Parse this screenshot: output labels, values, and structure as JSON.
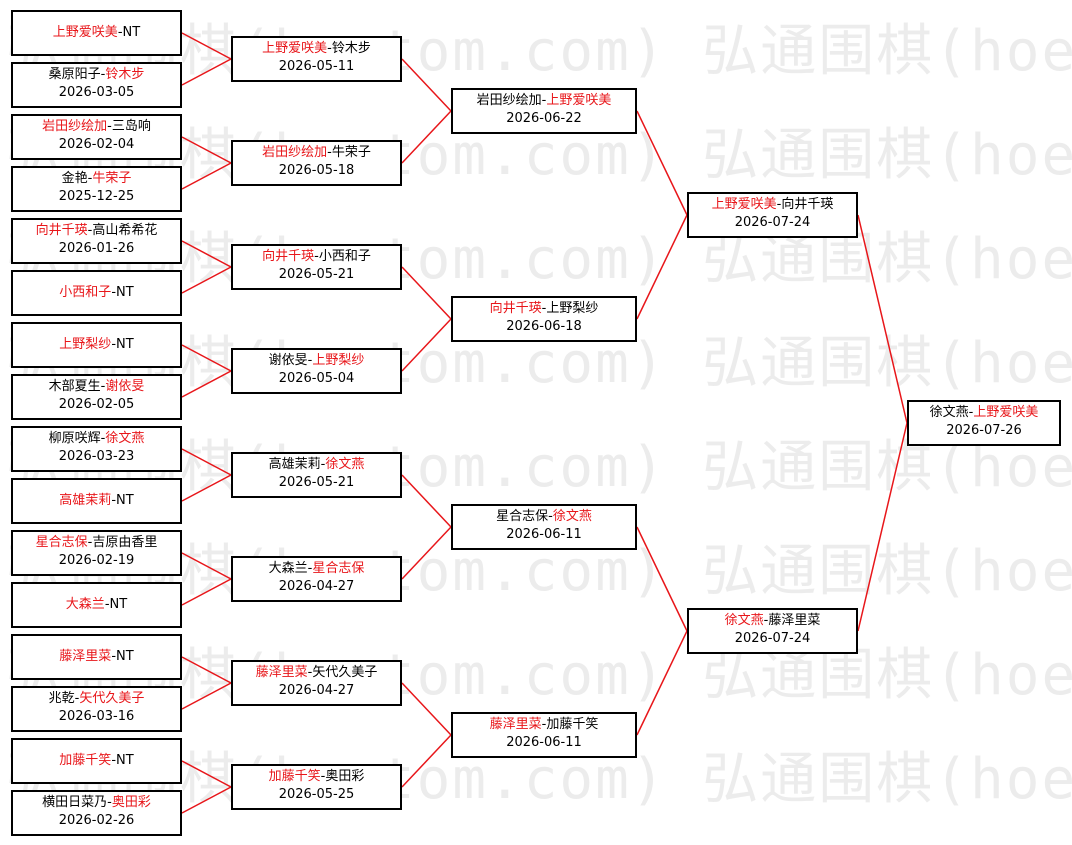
{
  "colors": {
    "winner": "#e8161a",
    "connector": "#e8161a",
    "text": "#000000",
    "watermark": "#ececec"
  },
  "watermark_text": "弘通围棋(hoetom.com) 弘通围棋(hoetom.com) 弘通围棋(hoetom.com)",
  "rounds": [
    [
      {
        "p1": "上野爱咲美",
        "p2": "NT",
        "winner": 1,
        "date": ""
      },
      {
        "p1": "桑原阳子",
        "p2": "铃木步",
        "winner": 2,
        "date": "2026-03-05"
      },
      {
        "p1": "岩田纱绘加",
        "p2": "三岛响",
        "winner": 1,
        "date": "2026-02-04"
      },
      {
        "p1": "金艳",
        "p2": "牛荣子",
        "winner": 2,
        "date": "2025-12-25"
      },
      {
        "p1": "向井千瑛",
        "p2": "高山希希花",
        "winner": 1,
        "date": "2026-01-26"
      },
      {
        "p1": "小西和子",
        "p2": "NT",
        "winner": 1,
        "date": ""
      },
      {
        "p1": "上野梨纱",
        "p2": "NT",
        "winner": 1,
        "date": ""
      },
      {
        "p1": "木部夏生",
        "p2": "谢依旻",
        "winner": 2,
        "date": "2026-02-05"
      },
      {
        "p1": "柳原咲辉",
        "p2": "徐文燕",
        "winner": 2,
        "date": "2026-03-23"
      },
      {
        "p1": "高雄茉莉",
        "p2": "NT",
        "winner": 1,
        "date": ""
      },
      {
        "p1": "星合志保",
        "p2": "吉原由香里",
        "winner": 1,
        "date": "2026-02-19"
      },
      {
        "p1": "大森兰",
        "p2": "NT",
        "winner": 1,
        "date": ""
      },
      {
        "p1": "藤泽里菜",
        "p2": "NT",
        "winner": 1,
        "date": ""
      },
      {
        "p1": "兆乾",
        "p2": "矢代久美子",
        "winner": 2,
        "date": "2026-03-16"
      },
      {
        "p1": "加藤千笑",
        "p2": "NT",
        "winner": 1,
        "date": ""
      },
      {
        "p1": "横田日菜乃",
        "p2": "奥田彩",
        "winner": 2,
        "date": "2026-02-26"
      }
    ],
    [
      {
        "p1": "上野爱咲美",
        "p2": "铃木步",
        "winner": 1,
        "date": "2026-05-11"
      },
      {
        "p1": "岩田纱绘加",
        "p2": "牛荣子",
        "winner": 1,
        "date": "2026-05-18"
      },
      {
        "p1": "向井千瑛",
        "p2": "小西和子",
        "winner": 1,
        "date": "2026-05-21"
      },
      {
        "p1": "谢依旻",
        "p2": "上野梨纱",
        "winner": 2,
        "date": "2026-05-04"
      },
      {
        "p1": "高雄茉莉",
        "p2": "徐文燕",
        "winner": 2,
        "date": "2026-05-21"
      },
      {
        "p1": "大森兰",
        "p2": "星合志保",
        "winner": 2,
        "date": "2026-04-27"
      },
      {
        "p1": "藤泽里菜",
        "p2": "矢代久美子",
        "winner": 1,
        "date": "2026-04-27"
      },
      {
        "p1": "加藤千笑",
        "p2": "奥田彩",
        "winner": 1,
        "date": "2026-05-25"
      }
    ],
    [
      {
        "p1": "岩田纱绘加",
        "p2": "上野爱咲美",
        "winner": 2,
        "date": "2026-06-22"
      },
      {
        "p1": "向井千瑛",
        "p2": "上野梨纱",
        "winner": 1,
        "date": "2026-06-18"
      },
      {
        "p1": "星合志保",
        "p2": "徐文燕",
        "winner": 2,
        "date": "2026-06-11"
      },
      {
        "p1": "藤泽里菜",
        "p2": "加藤千笑",
        "winner": 1,
        "date": "2026-06-11"
      }
    ],
    [
      {
        "p1": "上野爱咲美",
        "p2": "向井千瑛",
        "winner": 1,
        "date": "2026-07-24"
      },
      {
        "p1": "徐文燕",
        "p2": "藤泽里菜",
        "winner": 1,
        "date": "2026-07-24"
      }
    ],
    [
      {
        "p1": "徐文燕",
        "p2": "上野爱咲美",
        "winner": 2,
        "date": "2026-07-26"
      }
    ]
  ]
}
